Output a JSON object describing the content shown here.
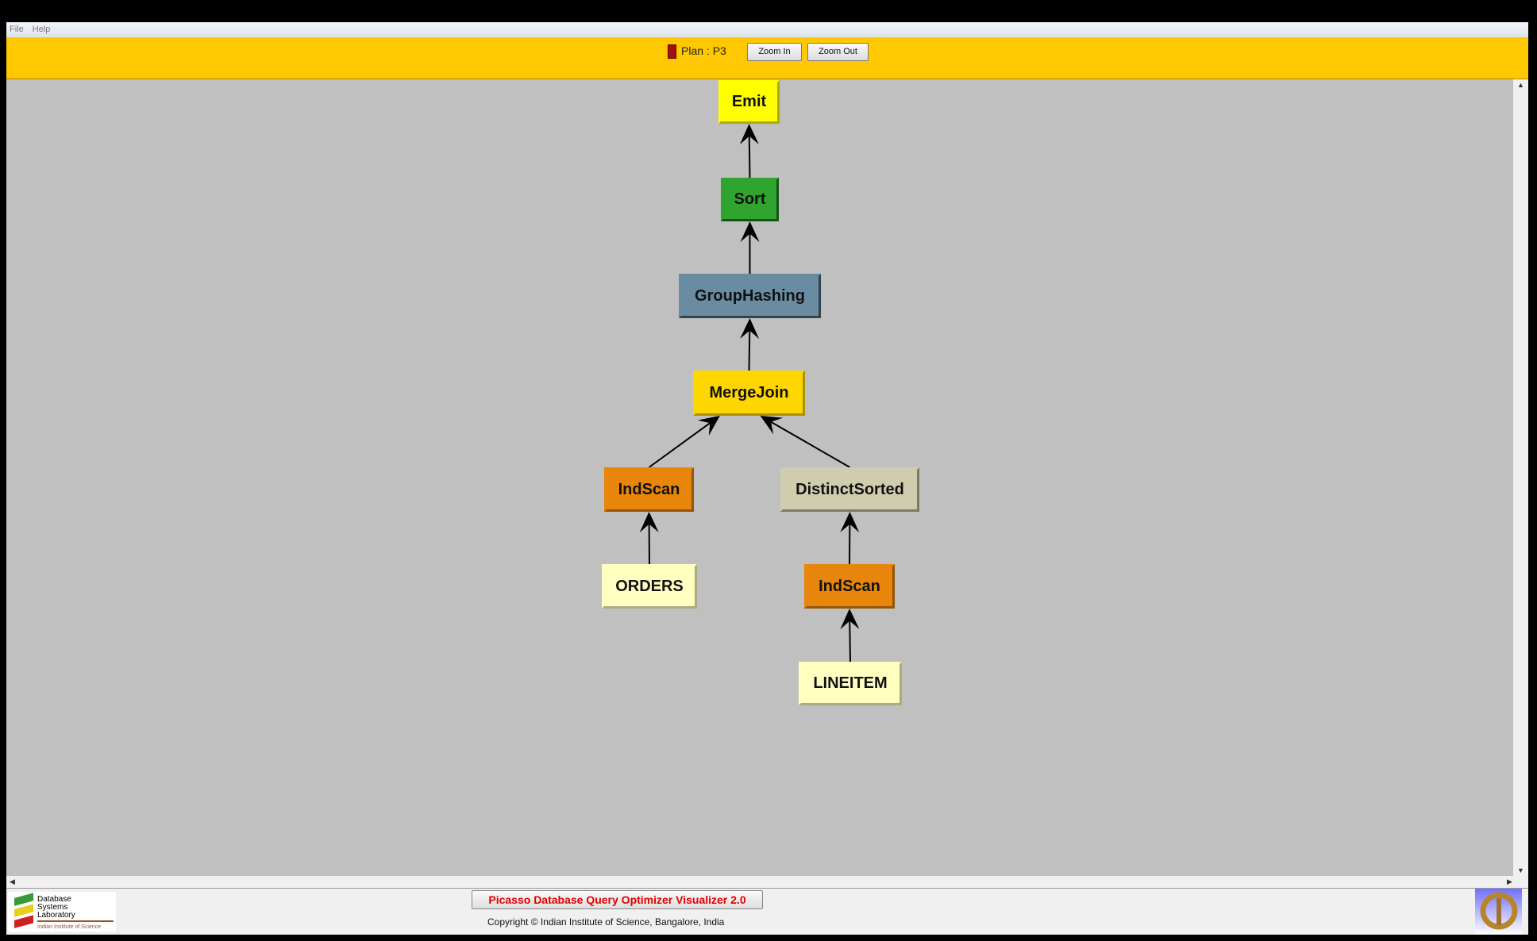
{
  "menu": {
    "items": [
      "File",
      "Help"
    ]
  },
  "toolbar": {
    "plan_label": "Plan : P3",
    "plan_color": "#a01010",
    "zoom_in": "Zoom In",
    "zoom_out": "Zoom Out"
  },
  "plan_tree": {
    "nodes": [
      {
        "id": "emit",
        "label": "Emit",
        "color": "#ffff00"
      },
      {
        "id": "sort",
        "label": "Sort",
        "color": "#2fa52f"
      },
      {
        "id": "grouphashing",
        "label": "GroupHashing",
        "color": "#6a8ca2"
      },
      {
        "id": "mergejoin",
        "label": "MergeJoin",
        "color": "#ffd700"
      },
      {
        "id": "indscan1",
        "label": "IndScan",
        "color": "#e8860c"
      },
      {
        "id": "distinctsorted",
        "label": "DistinctSorted",
        "color": "#cfcdae"
      },
      {
        "id": "orders",
        "label": "ORDERS",
        "color": "#ffffc0"
      },
      {
        "id": "indscan2",
        "label": "IndScan",
        "color": "#e8860c"
      },
      {
        "id": "lineitem",
        "label": "LINEITEM",
        "color": "#ffffc0"
      }
    ],
    "edges": [
      [
        "sort",
        "emit"
      ],
      [
        "grouphashing",
        "sort"
      ],
      [
        "mergejoin",
        "grouphashing"
      ],
      [
        "indscan1",
        "mergejoin"
      ],
      [
        "distinctsorted",
        "mergejoin"
      ],
      [
        "orders",
        "indscan1"
      ],
      [
        "indscan2",
        "distinctsorted"
      ],
      [
        "lineitem",
        "indscan2"
      ]
    ]
  },
  "footer": {
    "title": "Picasso Database Query Optimizer Visualizer 2.0",
    "copyright": "Copyright © Indian Institute of Science, Bangalore, India",
    "logo_text": "Database Systems Laboratory Indian Institute of Science"
  }
}
